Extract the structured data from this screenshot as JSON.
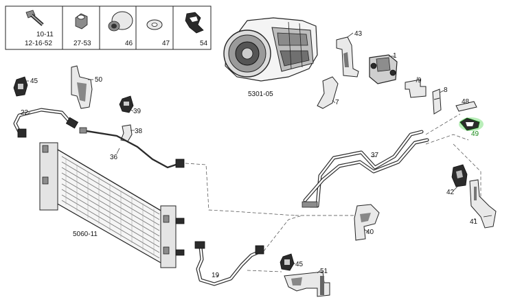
{
  "legend_box": {
    "cells": [
      {
        "icon": "bolt-icon",
        "codes": [
          "10-11",
          "12-16-52"
        ]
      },
      {
        "icon": "nut-icon",
        "codes": [
          "27-53"
        ]
      },
      {
        "icon": "grommet-icon",
        "codes": [
          "46"
        ]
      },
      {
        "icon": "washer-icon",
        "codes": [
          "47"
        ]
      },
      {
        "icon": "clip-icon",
        "codes": [
          "54"
        ]
      }
    ]
  },
  "callouts": {
    "p1": "1",
    "p7": "7",
    "p8": "8",
    "p9": "9",
    "p19": "19",
    "p22": "22",
    "p36": "36",
    "p37": "37",
    "p38": "38",
    "p39": "39",
    "p40": "40",
    "p41": "41",
    "p42": "42",
    "p43": "43",
    "p45a": "45",
    "p45b": "45",
    "p48": "48",
    "p49": "49",
    "p50": "50",
    "p51": "51",
    "gearbox": "5301-05",
    "cooler": "5060-11"
  },
  "colors": {
    "highlight": "#1a8a1a",
    "highlight_glow": "#7fe07f"
  }
}
